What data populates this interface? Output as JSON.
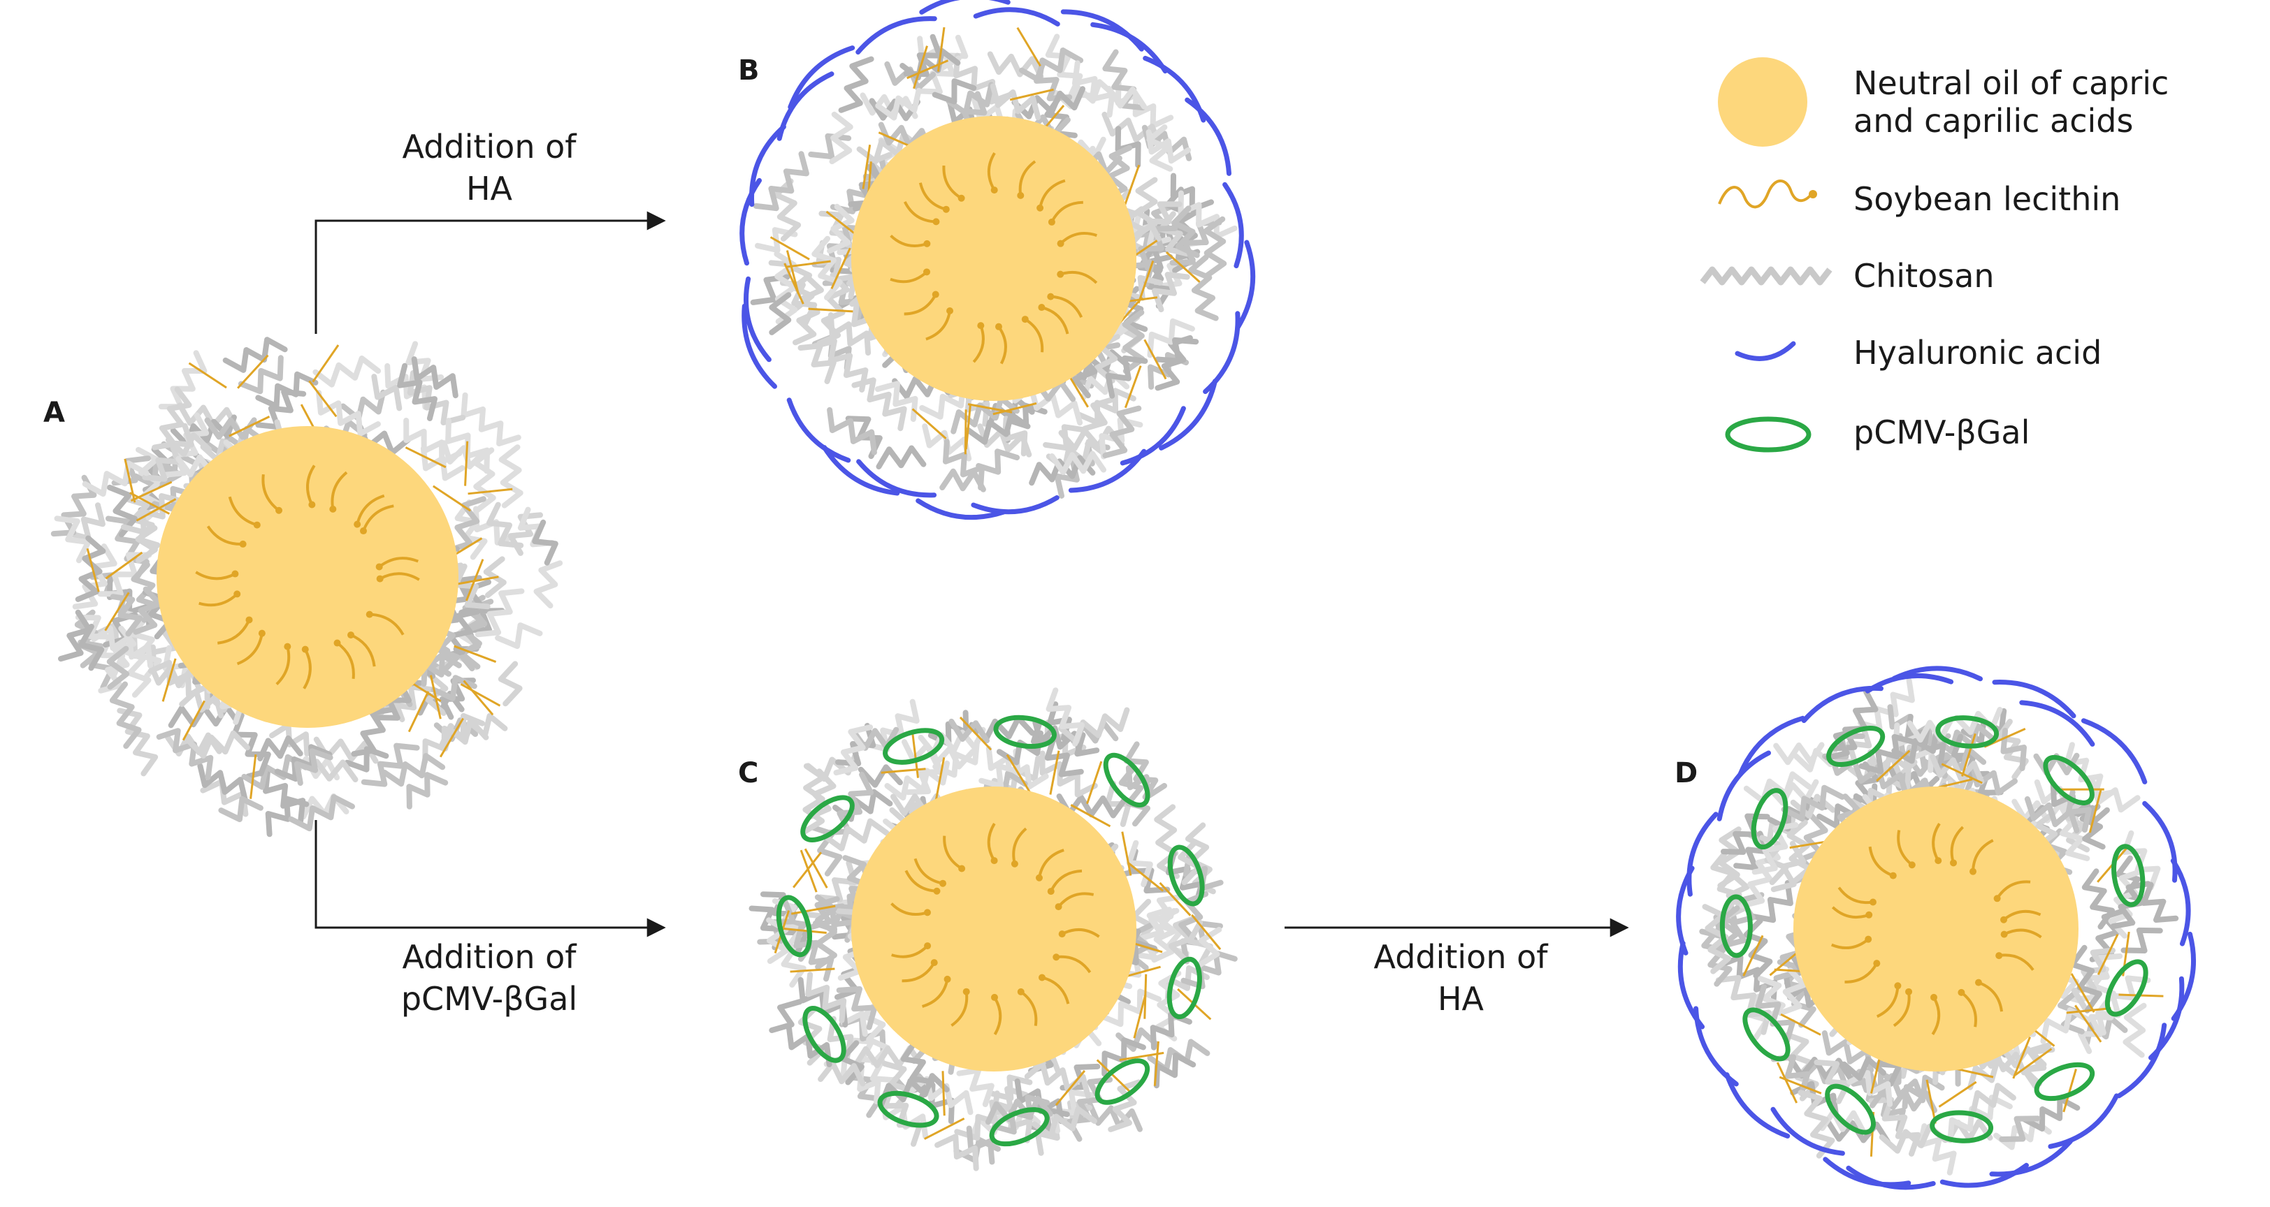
{
  "colors": {
    "core": "#fdd77c",
    "lecithin": "#e0a526",
    "chitosan": "#c9c9c9",
    "hyaluronic_acid": "#4b55e6",
    "plasmid": "#2aa845",
    "arrow": "#1a1a1a"
  },
  "particles": {
    "A": {
      "letter": "A",
      "components": [
        "core",
        "lecithin",
        "chitosan"
      ]
    },
    "B": {
      "letter": "B",
      "components": [
        "core",
        "lecithin",
        "chitosan",
        "hyaluronic-acid"
      ]
    },
    "C": {
      "letter": "C",
      "components": [
        "core",
        "lecithin",
        "chitosan",
        "pcmv-bgal"
      ]
    },
    "D": {
      "letter": "D",
      "components": [
        "core",
        "lecithin",
        "chitosan",
        "pcmv-bgal",
        "hyaluronic-acid"
      ]
    }
  },
  "arrows": {
    "a_to_b": {
      "line1": "Addition of",
      "line2": "HA"
    },
    "a_to_c": {
      "line1": "Addition of",
      "line2": "pCMV-βGal"
    },
    "c_to_d": {
      "line1": "Addition of",
      "line2": "HA"
    }
  },
  "legend": {
    "oil": {
      "line1": "Neutral oil of capric",
      "line2": "and caprilic acids",
      "icon": "oil-droplet-icon"
    },
    "lecithin": {
      "label": "Soybean lecithin",
      "icon": "lecithin-icon"
    },
    "chitosan": {
      "label": "Chitosan",
      "icon": "chitosan-icon"
    },
    "ha": {
      "label": "Hyaluronic acid",
      "icon": "hyaluronic-acid-icon"
    },
    "plasmid": {
      "label": "pCMV-βGal",
      "icon": "plasmid-icon"
    }
  }
}
